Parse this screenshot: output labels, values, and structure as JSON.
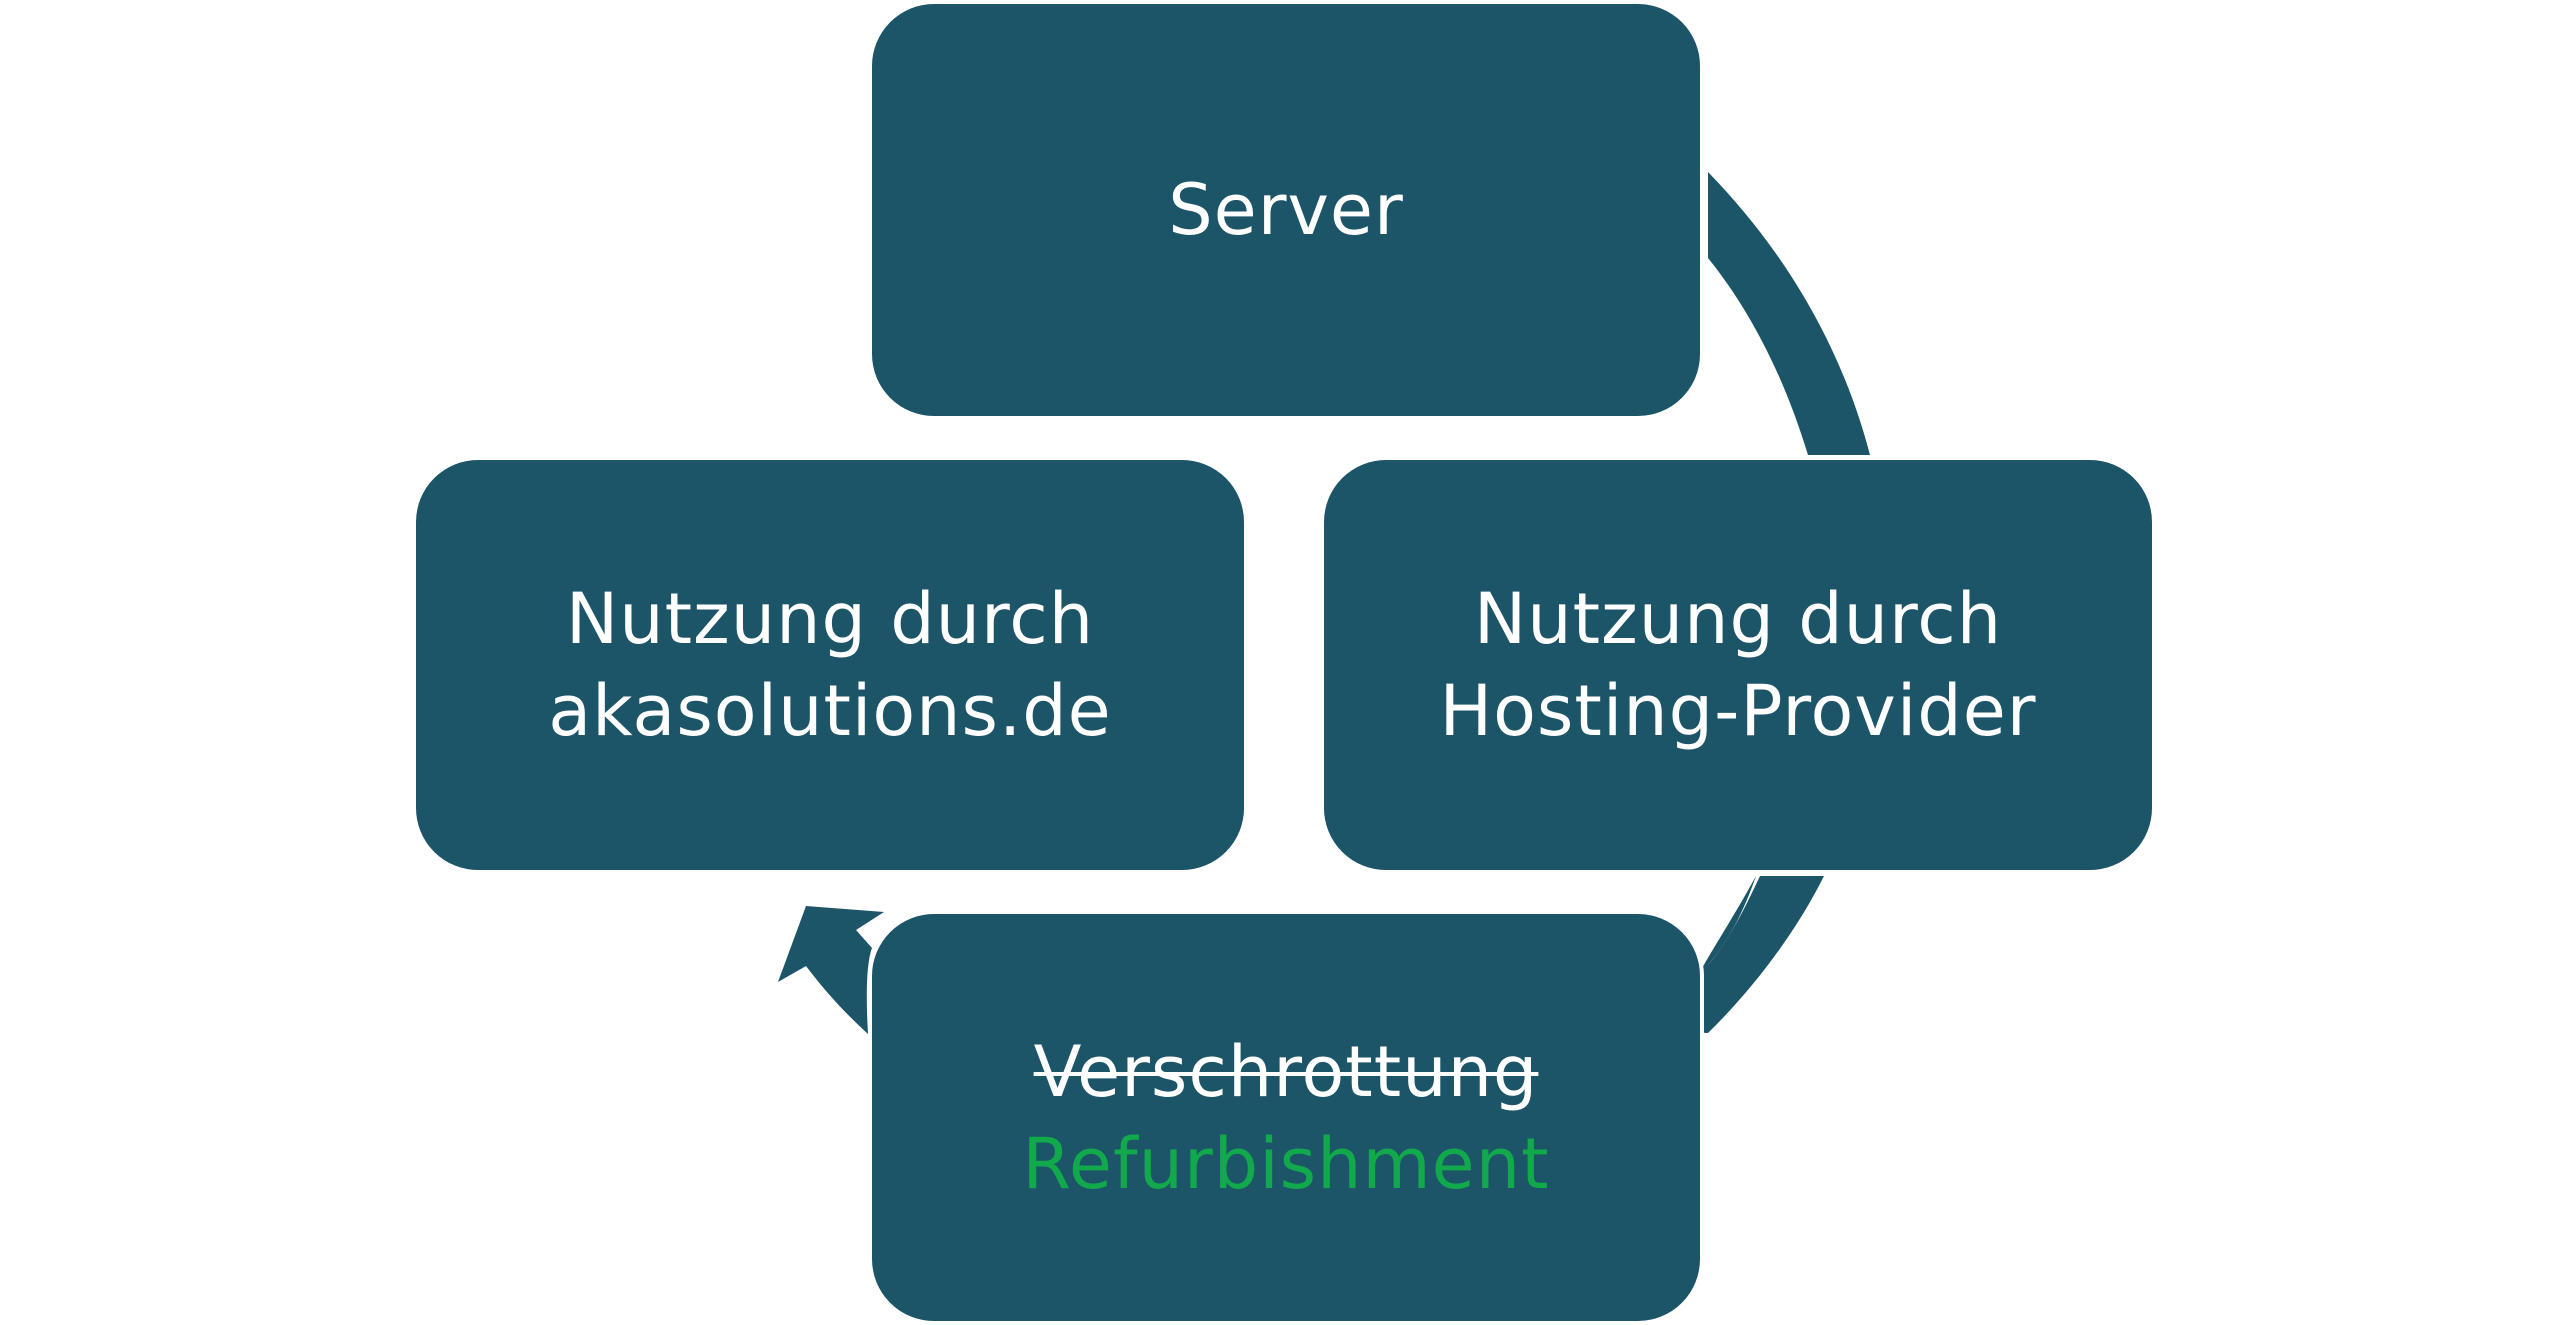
{
  "diagram": {
    "nodes": [
      {
        "id": "server",
        "lines": [
          "Server"
        ]
      },
      {
        "id": "hosting",
        "lines": [
          "Nutzung durch",
          "Hosting-Provider"
        ]
      },
      {
        "id": "aka",
        "lines": [
          "Nutzung durch",
          "akasolutions.de"
        ]
      },
      {
        "id": "end_of_life",
        "struck_line": "Verschrottung",
        "replacement_line": "Refurbishment"
      }
    ],
    "edges": [
      {
        "from": "server",
        "to": "hosting"
      },
      {
        "from": "hosting",
        "to": "end_of_life"
      },
      {
        "from": "end_of_life",
        "to": "aka"
      }
    ],
    "colors": {
      "node_fill": "#1c5468",
      "text": "#ffffff",
      "replacement_text": "#12a84c",
      "background": "#ffffff"
    }
  }
}
